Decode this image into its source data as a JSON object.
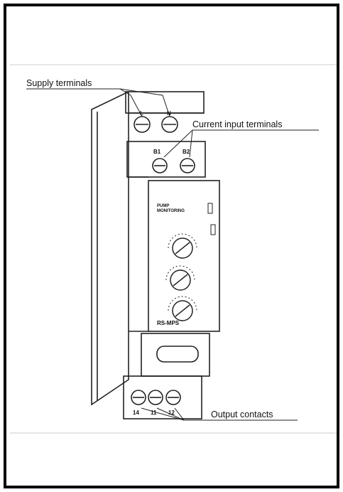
{
  "labels": {
    "supply": "Supply terminals",
    "current_input": "Current input terminals",
    "output": "Output contacts"
  },
  "terminals": {
    "supply": [
      "L",
      "N"
    ],
    "current": [
      "B1",
      "B2"
    ],
    "output": [
      "14",
      "11",
      "12"
    ]
  },
  "panel": {
    "title_line1": "PUMP",
    "title_line2": "MONITORING",
    "model": "RS-MPS"
  }
}
